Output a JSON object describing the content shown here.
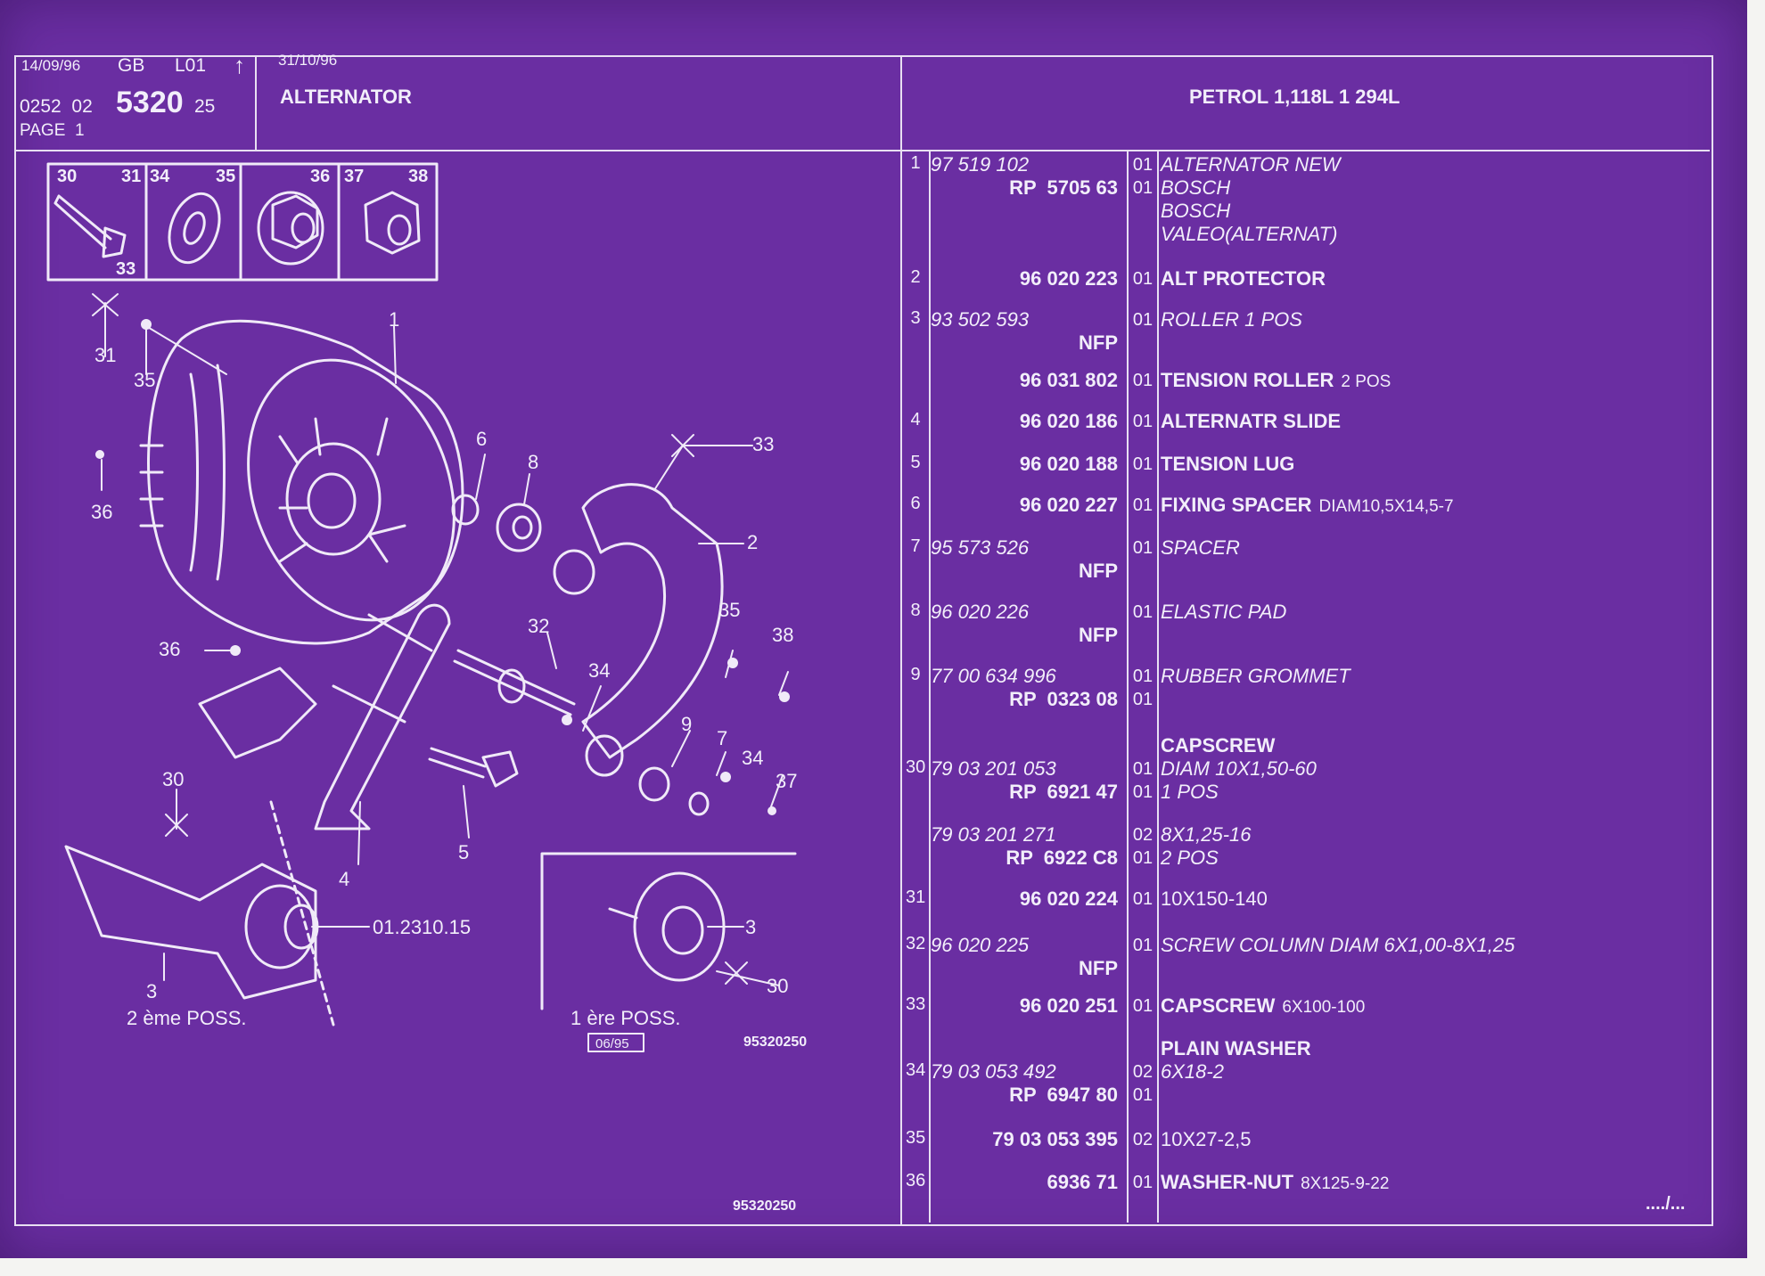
{
  "header": {
    "date1": "14/09/96",
    "lang": "GB",
    "level": "L01",
    "code_prefix": "0252  02",
    "code_main": "5320",
    "code_suffix": "25",
    "page": "PAGE  1",
    "date2": "31/10/96",
    "title": "ALTERNATOR",
    "engine": "PETROL 1,118L 1 294L"
  },
  "kit_labels": [
    "30",
    "31",
    "34",
    "35",
    "36",
    "37",
    "38",
    "33"
  ],
  "diagram": {
    "callouts": [
      "1",
      "31",
      "35",
      "6",
      "8",
      "33",
      "36",
      "2",
      "35",
      "38",
      "36",
      "32",
      "34",
      "9",
      "7",
      "34",
      "37",
      "30",
      "4",
      "5",
      "3",
      "30",
      "01.2310.15",
      "3"
    ],
    "poss2": "2 ème POSS.",
    "poss1": "1 ère POSS.",
    "date_box": "06/95",
    "inset_ref": "95320250",
    "ref_bottom": "95320250"
  },
  "rows": [
    {
      "num": "1",
      "ref_italic": "97 519 102",
      "ref_bold": "RP  5705 63",
      "qty": [
        "01",
        "01"
      ],
      "desc": [
        {
          "text": "ALTERNATOR NEW",
          "style": "ital"
        },
        {
          "text": "BOSCH",
          "style": "ital"
        },
        {
          "text": "BOSCH",
          "style": "ital"
        },
        {
          "text": "VALEO(ALTERNAT)",
          "style": "ital"
        }
      ]
    },
    {
      "num": "2",
      "ref_italic": "",
      "ref_bold": "96 020 223",
      "qty": [
        "01"
      ],
      "desc": [
        {
          "text": "ALT PROTECTOR",
          "style": "bold"
        }
      ]
    },
    {
      "num": "3",
      "ref_italic": "93 502 593",
      "ref_bold": "NFP",
      "qty": [
        "01"
      ],
      "desc": [
        {
          "text": "ROLLER 1 POS",
          "style": "ital"
        }
      ]
    },
    {
      "num": "",
      "ref_italic": "",
      "ref_bold": "96 031 802",
      "qty": [
        "01"
      ],
      "desc": [
        {
          "text": "TENSION ROLLER",
          "style": "bold",
          "suffix": "2 POS"
        }
      ]
    },
    {
      "num": "4",
      "ref_italic": "",
      "ref_bold": "96 020 186",
      "qty": [
        "01"
      ],
      "desc": [
        {
          "text": "ALTERNATR SLIDE",
          "style": "bold"
        }
      ]
    },
    {
      "num": "5",
      "ref_italic": "",
      "ref_bold": "96 020 188",
      "qty": [
        "01"
      ],
      "desc": [
        {
          "text": "TENSION LUG",
          "style": "bold"
        }
      ]
    },
    {
      "num": "6",
      "ref_italic": "",
      "ref_bold": "96 020 227",
      "qty": [
        "01"
      ],
      "desc": [
        {
          "text": "FIXING SPACER",
          "style": "bold",
          "suffix": "DIAM10,5X14,5-7"
        }
      ]
    },
    {
      "num": "7",
      "ref_italic": "95 573 526",
      "ref_bold": "NFP",
      "qty": [
        "01"
      ],
      "desc": [
        {
          "text": "SPACER",
          "style": "ital"
        }
      ]
    },
    {
      "num": "8",
      "ref_italic": "96 020 226",
      "ref_bold": "NFP",
      "qty": [
        "01"
      ],
      "desc": [
        {
          "text": "ELASTIC PAD",
          "style": "ital"
        }
      ]
    },
    {
      "num": "9",
      "ref_italic": "77 00 634 996",
      "ref_bold": "RP  0323 08",
      "qty": [
        "01",
        "01"
      ],
      "desc": [
        {
          "text": "RUBBER GROMMET",
          "style": "ital"
        }
      ]
    },
    {
      "num": "",
      "ref_italic": "",
      "ref_bold": "",
      "qty": [],
      "desc": [
        {
          "text": "CAPSCREW",
          "style": "bold"
        }
      ]
    },
    {
      "num": "30",
      "ref_italic": "79 03 201 053",
      "ref_bold": "RP  6921 47",
      "qty": [
        "01",
        "01"
      ],
      "desc": [
        {
          "text": "DIAM 10X1,50-60",
          "style": "ital"
        },
        {
          "text": "1 POS",
          "style": "ital"
        }
      ]
    },
    {
      "num": "",
      "ref_italic": "79 03 201 271",
      "ref_bold": "RP  6922 C8",
      "qty": [
        "02",
        "01"
      ],
      "desc": [
        {
          "text": "8X1,25-16",
          "style": "ital"
        },
        {
          "text": "2 POS",
          "style": "ital"
        }
      ]
    },
    {
      "num": "31",
      "ref_italic": "",
      "ref_bold": "96 020 224",
      "qty": [
        "01"
      ],
      "desc": [
        {
          "text": "10X150-140",
          "style": "plain"
        }
      ]
    },
    {
      "num": "32",
      "ref_italic": "96 020 225",
      "ref_bold": "NFP",
      "qty": [
        "01"
      ],
      "desc": [
        {
          "text": "SCREW COLUMN DIAM 6X1,00-8X1,25",
          "style": "ital"
        }
      ]
    },
    {
      "num": "33",
      "ref_italic": "",
      "ref_bold": "96 020 251",
      "qty": [
        "01"
      ],
      "desc": [
        {
          "text": "CAPSCREW",
          "style": "bold",
          "suffix": "6X100-100"
        }
      ]
    },
    {
      "num": "",
      "ref_italic": "",
      "ref_bold": "",
      "qty": [],
      "desc": [
        {
          "text": "PLAIN WASHER",
          "style": "bold"
        }
      ]
    },
    {
      "num": "34",
      "ref_italic": "79 03 053 492",
      "ref_bold": "RP  6947 80",
      "qty": [
        "02",
        "01"
      ],
      "desc": [
        {
          "text": "6X18-2",
          "style": "ital"
        }
      ]
    },
    {
      "num": "35",
      "ref_italic": "",
      "ref_bold": "79 03 053 395",
      "qty": [
        "02"
      ],
      "desc": [
        {
          "text": "10X27-2,5",
          "style": "plain"
        }
      ]
    },
    {
      "num": "36",
      "ref_italic": "",
      "ref_bold": "6936 71",
      "qty": [
        "01"
      ],
      "desc": [
        {
          "text": "WASHER-NUT",
          "style": "bold",
          "suffix": "8X125-9-22"
        }
      ]
    }
  ],
  "continued": "..../..."
}
